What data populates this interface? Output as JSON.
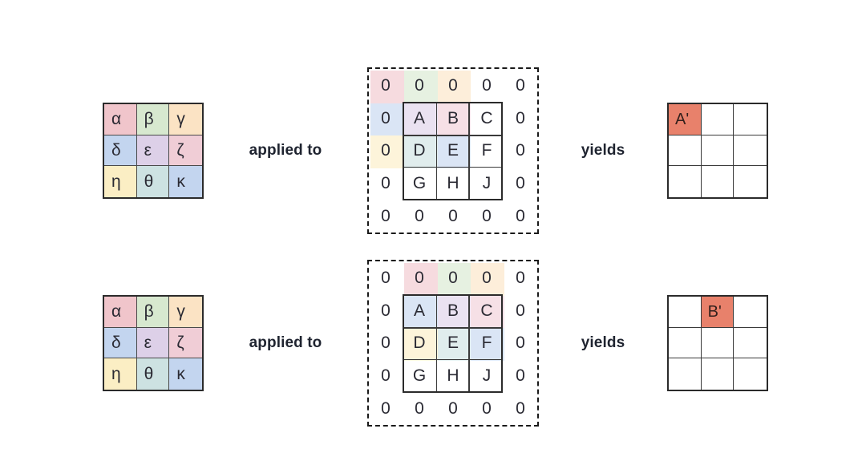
{
  "palette": {
    "pink": "#f0c5cb",
    "green": "#d7e8cf",
    "orange": "#fbe3c4",
    "blue": "#c3d5ef",
    "purple": "#ddd0e8",
    "yellow": "#fbeec4",
    "teal": "#cde2e2",
    "rose": "#f0cdd6",
    "highlight": "#e8816b",
    "gridline": "#3a3a3a",
    "dashed": "#1a1a1a",
    "text": "#2a2a33",
    "connector_text": "#1f2430",
    "background": "#ffffff"
  },
  "connectors": {
    "applied_to": "applied to",
    "yields": "yields"
  },
  "kernel": {
    "rows": 3,
    "cols": 3,
    "cells": [
      {
        "label": "α",
        "color": "#f0c5cb"
      },
      {
        "label": "β",
        "color": "#d7e8cf"
      },
      {
        "label": "γ",
        "color": "#fbe3c4"
      },
      {
        "label": "δ",
        "color": "#c3d5ef"
      },
      {
        "label": "ε",
        "color": "#ddd0e8"
      },
      {
        "label": "ζ",
        "color": "#f0cdd6"
      },
      {
        "label": "η",
        "color": "#fbeec4"
      },
      {
        "label": "θ",
        "color": "#cde2e2"
      },
      {
        "label": "κ",
        "color": "#c3d5ef"
      }
    ]
  },
  "rows": [
    {
      "id": "row-0",
      "padded": {
        "rows": 5,
        "cols": 5,
        "values": [
          [
            "0",
            "0",
            "0",
            "0",
            "0"
          ],
          [
            "0",
            "A",
            "B",
            "C",
            "0"
          ],
          [
            "0",
            "D",
            "E",
            "F",
            "0"
          ],
          [
            "0",
            "G",
            "H",
            "J",
            "0"
          ],
          [
            "0",
            "0",
            "0",
            "0",
            "0"
          ]
        ]
      },
      "overlay": {
        "origin_row": 0,
        "origin_col": 0
      },
      "result": {
        "rows": 3,
        "cols": 3,
        "values": [
          [
            "A'",
            "",
            ""
          ],
          [
            "",
            "",
            ""
          ],
          [
            "",
            "",
            ""
          ]
        ],
        "highlight": {
          "row": 0,
          "col": 0
        }
      }
    },
    {
      "id": "row-1",
      "padded": {
        "rows": 5,
        "cols": 5,
        "values": [
          [
            "0",
            "0",
            "0",
            "0",
            "0"
          ],
          [
            "0",
            "A",
            "B",
            "C",
            "0"
          ],
          [
            "0",
            "D",
            "E",
            "F",
            "0"
          ],
          [
            "0",
            "G",
            "H",
            "J",
            "0"
          ],
          [
            "0",
            "0",
            "0",
            "0",
            "0"
          ]
        ]
      },
      "overlay": {
        "origin_row": 0,
        "origin_col": 1
      },
      "result": {
        "rows": 3,
        "cols": 3,
        "values": [
          [
            "",
            "B'",
            ""
          ],
          [
            "",
            "",
            ""
          ],
          [
            "",
            "",
            ""
          ]
        ],
        "highlight": {
          "row": 0,
          "col": 1
        }
      }
    }
  ]
}
